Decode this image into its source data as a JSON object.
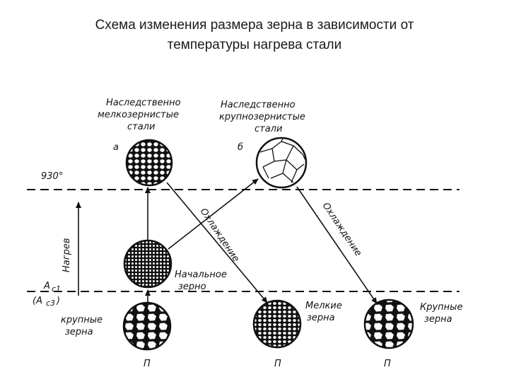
{
  "title": {
    "line1": "Схема изменения размера зерна в зависимости от",
    "line2": "температуры нагрева стали"
  },
  "diagram": {
    "temp_label": "930°",
    "ac1_label": "A",
    "ac1_sub": "c1",
    "ac3_label": "(A",
    "ac3_sub": "c3",
    "ac3_close": ")",
    "heating_label": "Нагрев",
    "cooling_label_1": "Охлаждение",
    "cooling_label_2": "Охлаждение",
    "fine_hered": [
      "Наследственно",
      "мелкозернистые",
      "стали"
    ],
    "coarse_hered": [
      "Наследственно",
      "крупнозернистые",
      "стали"
    ],
    "marker_a": "а",
    "marker_b": "б",
    "initial_grain": [
      "Начальное",
      "зерно"
    ],
    "coarse_grains_left": [
      "крупные",
      "зерна"
    ],
    "fine_grains": [
      "Мелкие",
      "зерна"
    ],
    "coarse_grains_right": [
      "Крупные",
      "зерна"
    ],
    "p_label_1": "П",
    "p_label_2": "П",
    "p_label_3": "П"
  }
}
